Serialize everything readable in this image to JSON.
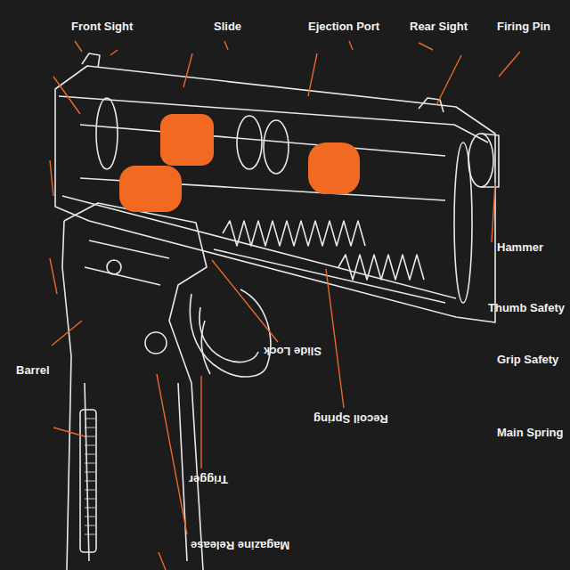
{
  "diagram": {
    "labels": [
      "Front Sight",
      "Slide",
      "Ejection Port",
      "Rear Sight",
      "Firing Pin",
      "Hammer",
      "Thumb Safety",
      "Grip Safety",
      "Main Spring",
      "Barrel",
      "Slide Lock",
      "Recoil Spring",
      "Trigger",
      "Magazine Release"
    ]
  }
}
